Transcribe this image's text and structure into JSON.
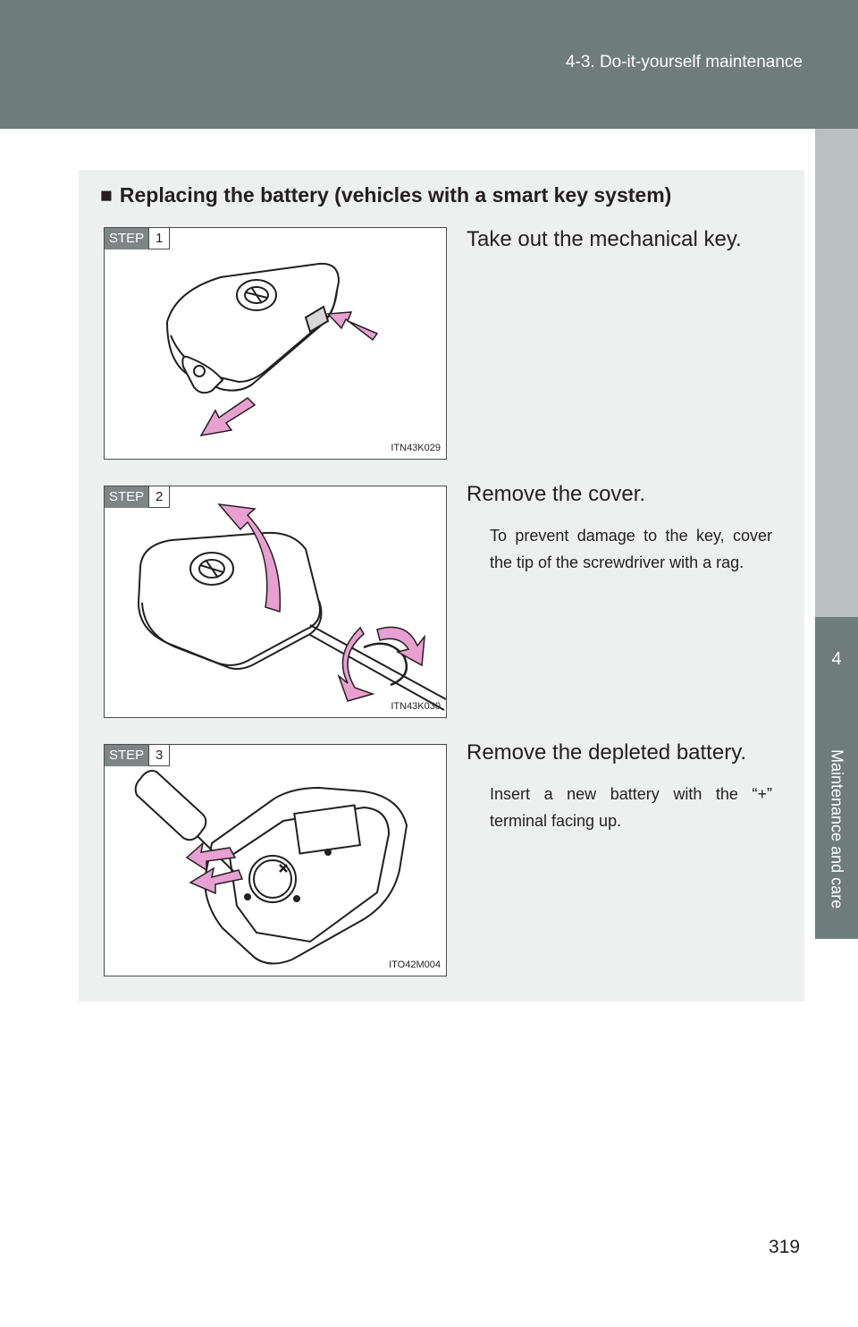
{
  "header": {
    "section": "4-3. Do-it-yourself maintenance"
  },
  "side_tab": {
    "chapter_number": "4",
    "chapter_title": "Maintenance and care"
  },
  "section": {
    "marker": "■",
    "title": "Replacing the battery (vehicles with a smart key system)"
  },
  "steps": [
    {
      "badge": "STEP",
      "number": "1",
      "text": "Take out the mechanical key.",
      "note": "",
      "figure_code": "ITN43K029"
    },
    {
      "badge": "STEP",
      "number": "2",
      "text": "Remove the cover.",
      "note": "To prevent damage to the key, cover the tip of the screwdriver with a rag.",
      "figure_code": "ITN43K030"
    },
    {
      "badge": "STEP",
      "number": "3",
      "text": "Remove the depleted battery.",
      "note": "Insert a new battery with the “+” terminal facing up.",
      "figure_code": "ITO42M004"
    }
  ],
  "page_number": "319",
  "colors": {
    "header": "#6e7d7b",
    "content_box": "#eeefef",
    "arrow": "#e8a0d0",
    "step_badge": "#7d8685"
  }
}
